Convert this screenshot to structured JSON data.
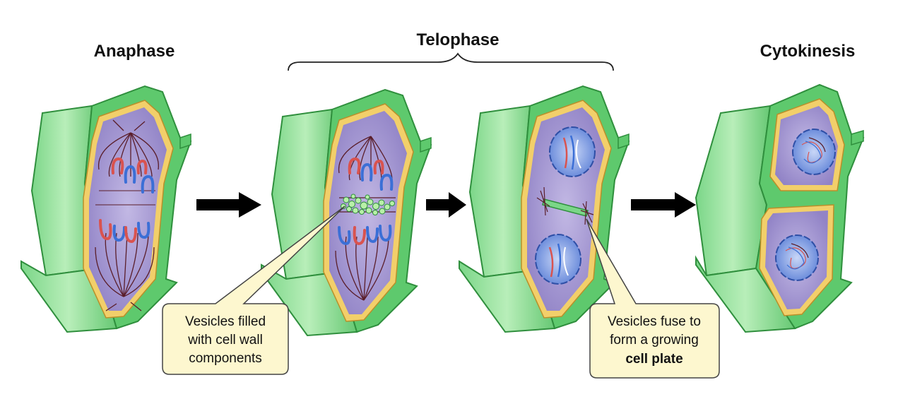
{
  "stages": {
    "anaphase": "Anaphase",
    "telophase": "Telophase",
    "cytokinesis": "Cytokinesis"
  },
  "callouts": {
    "vesicles_filled": [
      "Vesicles filled",
      "with cell wall",
      "components"
    ],
    "vesicles_fuse": [
      "Vesicles fuse to",
      "form a growing"
    ],
    "cell_plate": "cell plate"
  },
  "colors": {
    "cell_wall": "#6fcf7d",
    "cell_wall_dark": "#2f8f3d",
    "membrane": "#f2cf6a",
    "cytoplasm": "#a79ad0",
    "nucleus": "#5b7fd6",
    "chromosome_red": "#d9534f",
    "chromosome_blue": "#3b6fd6",
    "spindle": "#5a1e2a",
    "vesicle": "#b8f0a8",
    "callout_fill": "#fdf7cf",
    "arrow": "#000000"
  }
}
